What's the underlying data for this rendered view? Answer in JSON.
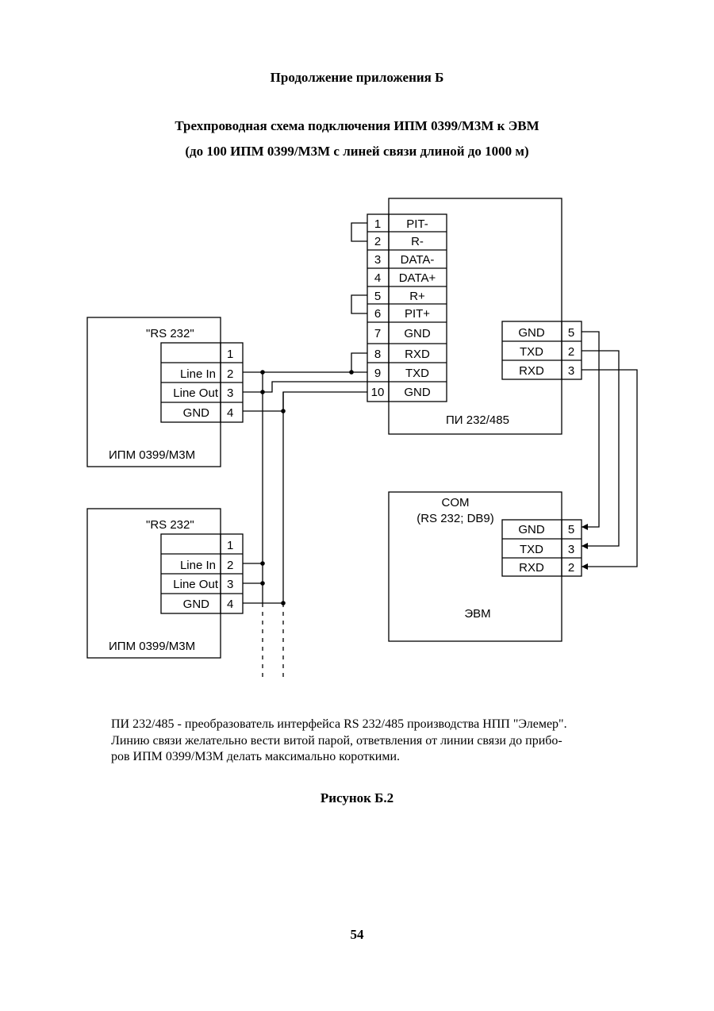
{
  "header": {
    "appendix": "Продолжение приложения Б",
    "title_line1": "Трехпроводная схема подключения ИПМ 0399/М3М к ЭВМ",
    "title_line2": "(до 100 ИПМ 0399/М3М с линей связи длиной до 1000 м)"
  },
  "diagram": {
    "device1": {
      "label": "\"RS 232\"",
      "name": "ИПМ 0399/М3М",
      "pins": [
        {
          "num": "1",
          "name": ""
        },
        {
          "num": "2",
          "name": "Line In"
        },
        {
          "num": "3",
          "name": "Line Out"
        },
        {
          "num": "4",
          "name": "GND"
        }
      ]
    },
    "device2": {
      "label": "\"RS 232\"",
      "name": "ИПМ 0399/М3М",
      "pins": [
        {
          "num": "1",
          "name": ""
        },
        {
          "num": "2",
          "name": "Line In"
        },
        {
          "num": "3",
          "name": "Line Out"
        },
        {
          "num": "4",
          "name": "GND"
        }
      ]
    },
    "converter": {
      "name": "ПИ 232/485",
      "left_pins": [
        {
          "num": "1",
          "name": "PIT-"
        },
        {
          "num": "2",
          "name": "R-"
        },
        {
          "num": "3",
          "name": "DATA-"
        },
        {
          "num": "4",
          "name": "DATA+"
        },
        {
          "num": "5",
          "name": "R+"
        },
        {
          "num": "6",
          "name": "PIT+"
        },
        {
          "num": "7",
          "name": "GND"
        },
        {
          "num": "8",
          "name": "RXD"
        },
        {
          "num": "9",
          "name": "TXD"
        },
        {
          "num": "10",
          "name": "GND"
        }
      ],
      "right_pins": [
        {
          "name": "GND",
          "num": "5"
        },
        {
          "name": "TXD",
          "num": "2"
        },
        {
          "name": "RXD",
          "num": "3"
        }
      ]
    },
    "computer": {
      "port_label_1": "COM",
      "port_label_2": "(RS 232; DB9)",
      "name": "ЭВМ",
      "pins": [
        {
          "name": "GND",
          "num": "5"
        },
        {
          "name": "TXD",
          "num": "3"
        },
        {
          "name": "RXD",
          "num": "2"
        }
      ]
    }
  },
  "note": {
    "line1": "ПИ 232/485 - преобразователь интерфейса RS 232/485 производства НПП \"Элемер\".",
    "line2": "Линию связи желательно вести витой парой, ответвления от линии связи до прибо-",
    "line3": "ров ИПМ 0399/М3М делать максимально короткими."
  },
  "figure_caption": "Рисунок Б.2",
  "page_number": "54"
}
